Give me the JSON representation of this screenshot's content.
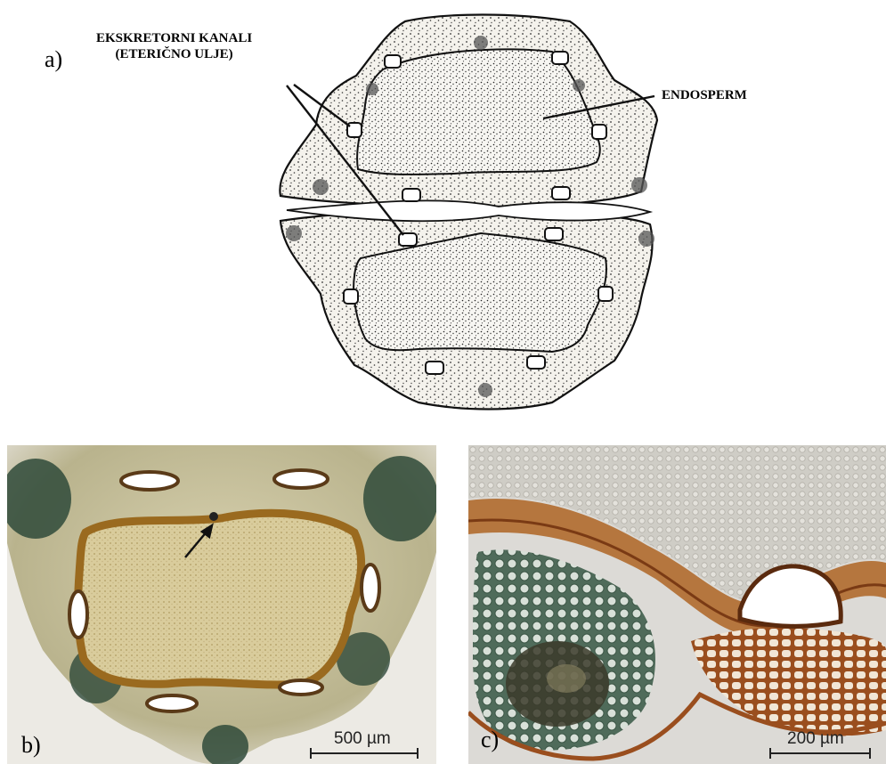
{
  "panel_a": {
    "letter": "a)",
    "label_canals_line1": "EKSKRETORNI KANALI",
    "label_canals_line2": "(ETERIČNO ULJE)",
    "label_endosperm": "ENDOSPERM"
  },
  "panel_b": {
    "letter": "b)",
    "scale_label": "500 µm"
  },
  "panel_c": {
    "letter": "c)",
    "scale_label": "200 µm"
  },
  "colors": {
    "ink": "#111111",
    "stain_green": "#2f4a3a",
    "tissue_tan": "#c8b27a",
    "endosperm_yellow": "#d8c89a",
    "rust": "#9a4e1e"
  }
}
